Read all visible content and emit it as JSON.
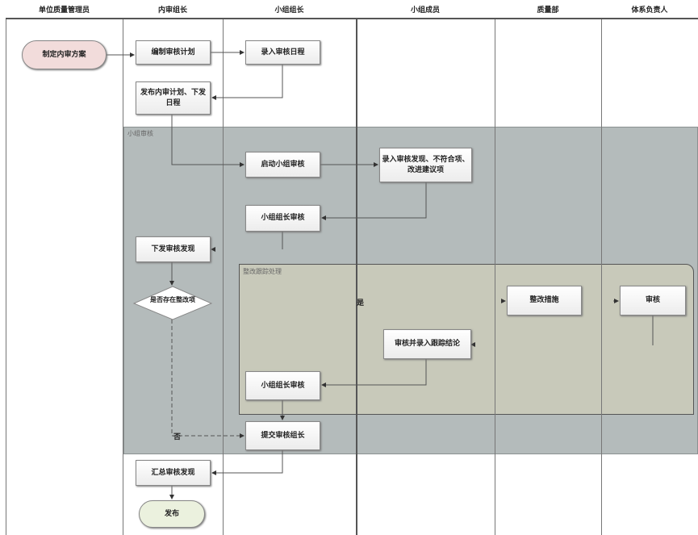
{
  "lanes": [
    "单位质量管理员",
    "内审组长",
    "小组组长",
    "小组成员",
    "质量部",
    "体系负责人"
  ],
  "groups": {
    "group_review": "小组审核",
    "rectify_tracking": "整改跟踪处理"
  },
  "nodes": {
    "make_plan": "制定内审方案",
    "compile_plan": "编制审核计划",
    "enter_schedule": "录入审核日程",
    "publish_plan": "发布内审计划、下发日程",
    "start_group": "启动小组审核",
    "enter_findings": "录入审核发现、不符合项、改进建议项",
    "leader_review_1": "小组组长审核",
    "issue_findings": "下发审核发现",
    "decision": "是否存在整改项",
    "rectify_measures": "整改措施",
    "audit": "审核",
    "audit_tracking": "审核并录入跟踪结论",
    "leader_review_2": "小组组长审核",
    "submit_leader": "提交审核组长",
    "summarize": "汇总审核发现",
    "publish": "发布"
  },
  "edge_labels": {
    "yes": "是",
    "no": "否"
  },
  "colors": {
    "start": "#f2dcdb",
    "end": "#ebf1de",
    "band": "#b4bbbb",
    "subgroup": "#c8c9ba"
  }
}
